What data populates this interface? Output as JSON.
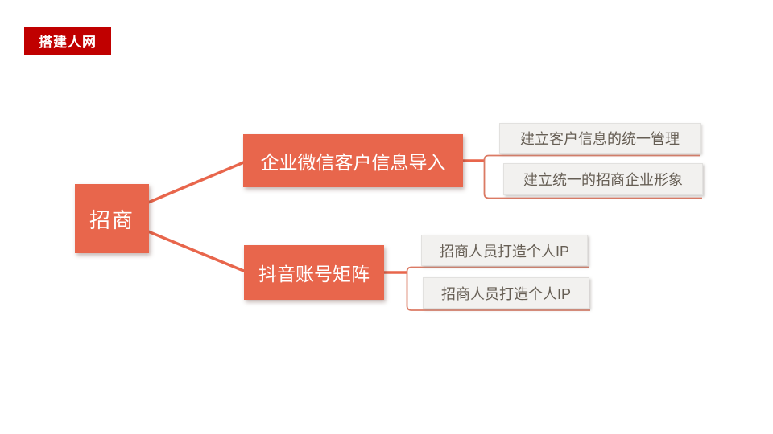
{
  "page": {
    "background": "#ffffff"
  },
  "badge": {
    "label": "搭建人网",
    "bg_color": "#C00000",
    "text_color": "#ffffff"
  },
  "diagram": {
    "accent_color": "#E8664C",
    "rail_color": "#DB7A64",
    "leaf_bg_color": "#F2F1EF",
    "leaf_text_color": "#665E54",
    "root": {
      "label": "招商"
    },
    "branches": [
      {
        "label": "企业微信客户信息导入",
        "children": [
          "建立客户信息的统一管理",
          "建立统一的招商企业形象"
        ]
      },
      {
        "label": "抖音账号矩阵",
        "children": [
          "招商人员打造个人IP",
          "招商人员打造个人IP"
        ]
      }
    ]
  }
}
